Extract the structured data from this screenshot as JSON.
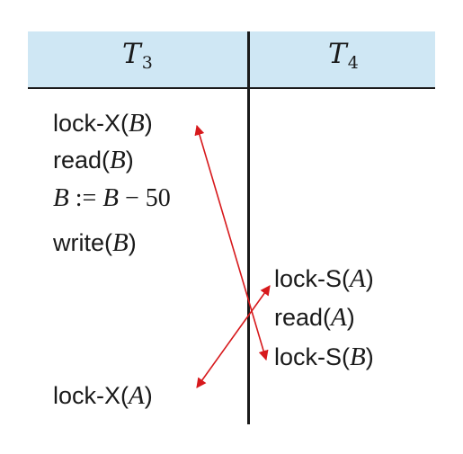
{
  "schedule": {
    "columns": [
      {
        "name": "T",
        "sub": "3"
      },
      {
        "name": "T",
        "sub": "4"
      }
    ],
    "t3_steps": [
      {
        "op": "lock-X(",
        "var": "B",
        "close": ")"
      },
      {
        "op": "read(",
        "var": "B",
        "close": ")"
      },
      {
        "v1": "B",
        "mid": " := ",
        "v2": "B",
        "minus": " − 50"
      },
      {
        "op": "write(",
        "var": "B",
        "close": ")"
      },
      {
        "op": "lock-X(",
        "var": "A",
        "close": ")"
      }
    ],
    "t4_steps": [
      {
        "op": "lock-S(",
        "var": "A",
        "close": ")"
      },
      {
        "op": "read(",
        "var": "A",
        "close": ")"
      },
      {
        "op": "lock-S(",
        "var": "B",
        "close": ")"
      }
    ]
  },
  "colors": {
    "header_bg": "#cfe7f4",
    "rule": "#1a1a1a",
    "arrow": "#d7191c"
  }
}
